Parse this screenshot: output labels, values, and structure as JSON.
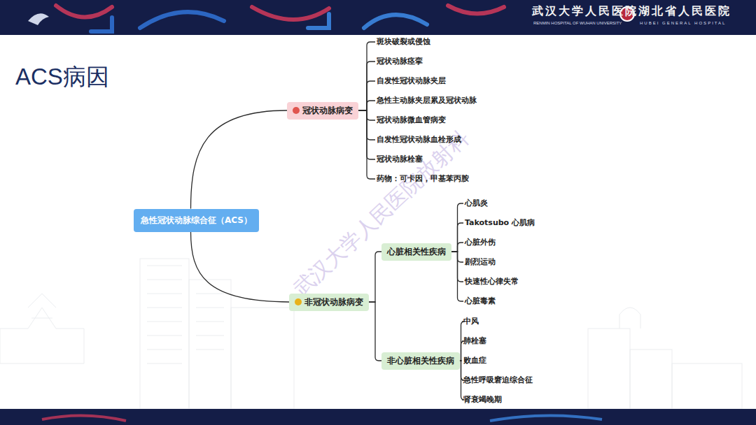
{
  "diagram": {
    "title": "ACS病因",
    "nodes": [
      {
        "text": [
          "急性冠状动脉综合征（ACS）"
        ]
      },
      {
        "text": [
          "冠状动脉病变"
        ]
      },
      {
        "text": [
          "斑块破裂或侵蚀"
        ]
      },
      {
        "text": [
          "冠状动脉痉挛"
        ]
      },
      {
        "text": [
          "自发性冠状动脉夹层"
        ]
      },
      {
        "text": [
          "急性主动脉夹层累及冠状动脉"
        ]
      },
      {
        "text": [
          "冠状动脉微血管病变"
        ]
      },
      {
        "text": [
          "自发性冠状动脉血栓形成"
        ]
      },
      {
        "text": [
          "冠状动脉栓塞"
        ]
      },
      {
        "text": [
          "药物：可卡因，甲基苯丙胺"
        ]
      },
      {
        "text": [
          "非冠状动脉病变"
        ]
      },
      {
        "text": [
          "心脏相关性疾病"
        ]
      },
      {
        "text": [
          "心肌炎"
        ]
      },
      {
        "text": [
          "Takotsubo 心肌病"
        ]
      },
      {
        "text": [
          "心脏外伤"
        ]
      },
      {
        "text": [
          "剧烈运动"
        ]
      },
      {
        "text": [
          "快速性心律失常"
        ]
      },
      {
        "text": [
          "心脏毒素"
        ]
      },
      {
        "text": [
          "非心脏相关性疾病"
        ]
      },
      {
        "text": [
          "中风"
        ]
      },
      {
        "text": [
          "肺栓塞"
        ]
      },
      {
        "text": [
          "败血症"
        ]
      },
      {
        "text": [
          "急性呼吸窘迫综合征"
        ]
      },
      {
        "text": [
          "肾衰竭晚期"
        ]
      }
    ],
    "edges": [
      {
        "from": 0,
        "to": 1,
        "arrow": "none"
      },
      {
        "from": 0,
        "to": 10,
        "arrow": "none"
      },
      {
        "from": 1,
        "to": 2,
        "arrow": "none"
      },
      {
        "from": 1,
        "to": 3,
        "arrow": "none"
      },
      {
        "from": 1,
        "to": 4,
        "arrow": "none"
      },
      {
        "from": 1,
        "to": 5,
        "arrow": "none"
      },
      {
        "from": 1,
        "to": 6,
        "arrow": "none"
      },
      {
        "from": 1,
        "to": 7,
        "arrow": "none"
      },
      {
        "from": 1,
        "to": 8,
        "arrow": "none"
      },
      {
        "from": 1,
        "to": 9,
        "arrow": "none"
      },
      {
        "from": 10,
        "to": 11,
        "arrow": "none"
      },
      {
        "from": 10,
        "to": 18,
        "arrow": "none"
      },
      {
        "from": 11,
        "to": 12,
        "arrow": "none"
      },
      {
        "from": 11,
        "to": 13,
        "arrow": "none"
      },
      {
        "from": 11,
        "to": 14,
        "arrow": "none"
      },
      {
        "from": 11,
        "to": 15,
        "arrow": "none"
      },
      {
        "from": 11,
        "to": 16,
        "arrow": "none"
      },
      {
        "from": 11,
        "to": 17,
        "arrow": "none"
      },
      {
        "from": 18,
        "to": 19,
        "arrow": "none"
      },
      {
        "from": 18,
        "to": 20,
        "arrow": "none"
      },
      {
        "from": 18,
        "to": 21,
        "arrow": "none"
      },
      {
        "from": 18,
        "to": 22,
        "arrow": "none"
      },
      {
        "from": 18,
        "to": 23,
        "arrow": "none"
      }
    ],
    "labels": [
      "武汉大学人民医院",
      "RENMIN HOSPITAL OF WUHAN UNIVERSITY",
      "湖北省人民医院",
      "HUBEI GENERAL HOSPITAL",
      "武汉大学人民医院放射科"
    ]
  }
}
